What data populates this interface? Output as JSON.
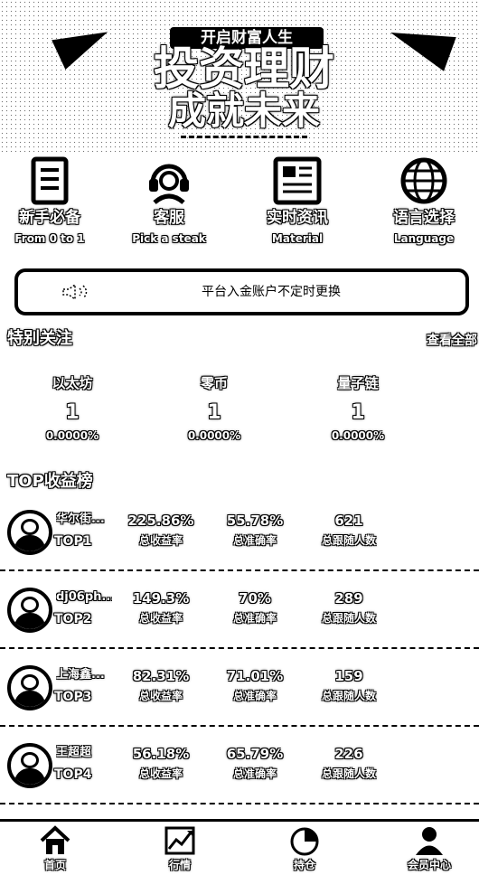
{
  "banner": {
    "subtitle": "开启财富人生",
    "title_line1": "投资理财",
    "title_line2": "成就未来"
  },
  "menu": [
    {
      "label": "新手必备",
      "en": "From 0 to 1",
      "icon": "book-icon"
    },
    {
      "label": "客服",
      "en": "Pick a steak",
      "icon": "headset-icon"
    },
    {
      "label": "实时资讯",
      "en": "Material",
      "icon": "news-icon"
    },
    {
      "label": "语言选择",
      "en": "Language",
      "icon": "globe-icon"
    }
  ],
  "notice": {
    "text": "平台入金账户不定时更换"
  },
  "watchlist": {
    "title": "特别关注",
    "view_all": "查看全部",
    "coins": [
      {
        "name": "以太坊",
        "price": "1",
        "change": "0.0000%"
      },
      {
        "name": "零币",
        "price": "1",
        "change": "0.0000%"
      },
      {
        "name": "量子链",
        "price": "1",
        "change": "0.0000%"
      }
    ]
  },
  "top": {
    "title": "TOP收益榜",
    "labels": {
      "total_return": "总收益率",
      "accuracy": "总准确率",
      "followers": "总跟随人数"
    },
    "rows": [
      {
        "name": "华尔街...",
        "rank": "TOP1",
        "total_return": "225.86%",
        "accuracy": "55.78%",
        "followers": "621"
      },
      {
        "name": "dj06ph...",
        "rank": "TOP2",
        "total_return": "149.3%",
        "accuracy": "70%",
        "followers": "289"
      },
      {
        "name": "上海鑫...",
        "rank": "TOP3",
        "total_return": "82.31%",
        "accuracy": "71.01%",
        "followers": "159"
      },
      {
        "name": "王超超",
        "rank": "TOP4",
        "total_return": "56.18%",
        "accuracy": "65.79%",
        "followers": "226"
      }
    ]
  },
  "tabbar": [
    {
      "label": "首页",
      "icon": "home-icon"
    },
    {
      "label": "行情",
      "icon": "chart-icon"
    },
    {
      "label": "持仓",
      "icon": "pie-icon"
    },
    {
      "label": "会员中心",
      "icon": "user-icon"
    }
  ]
}
